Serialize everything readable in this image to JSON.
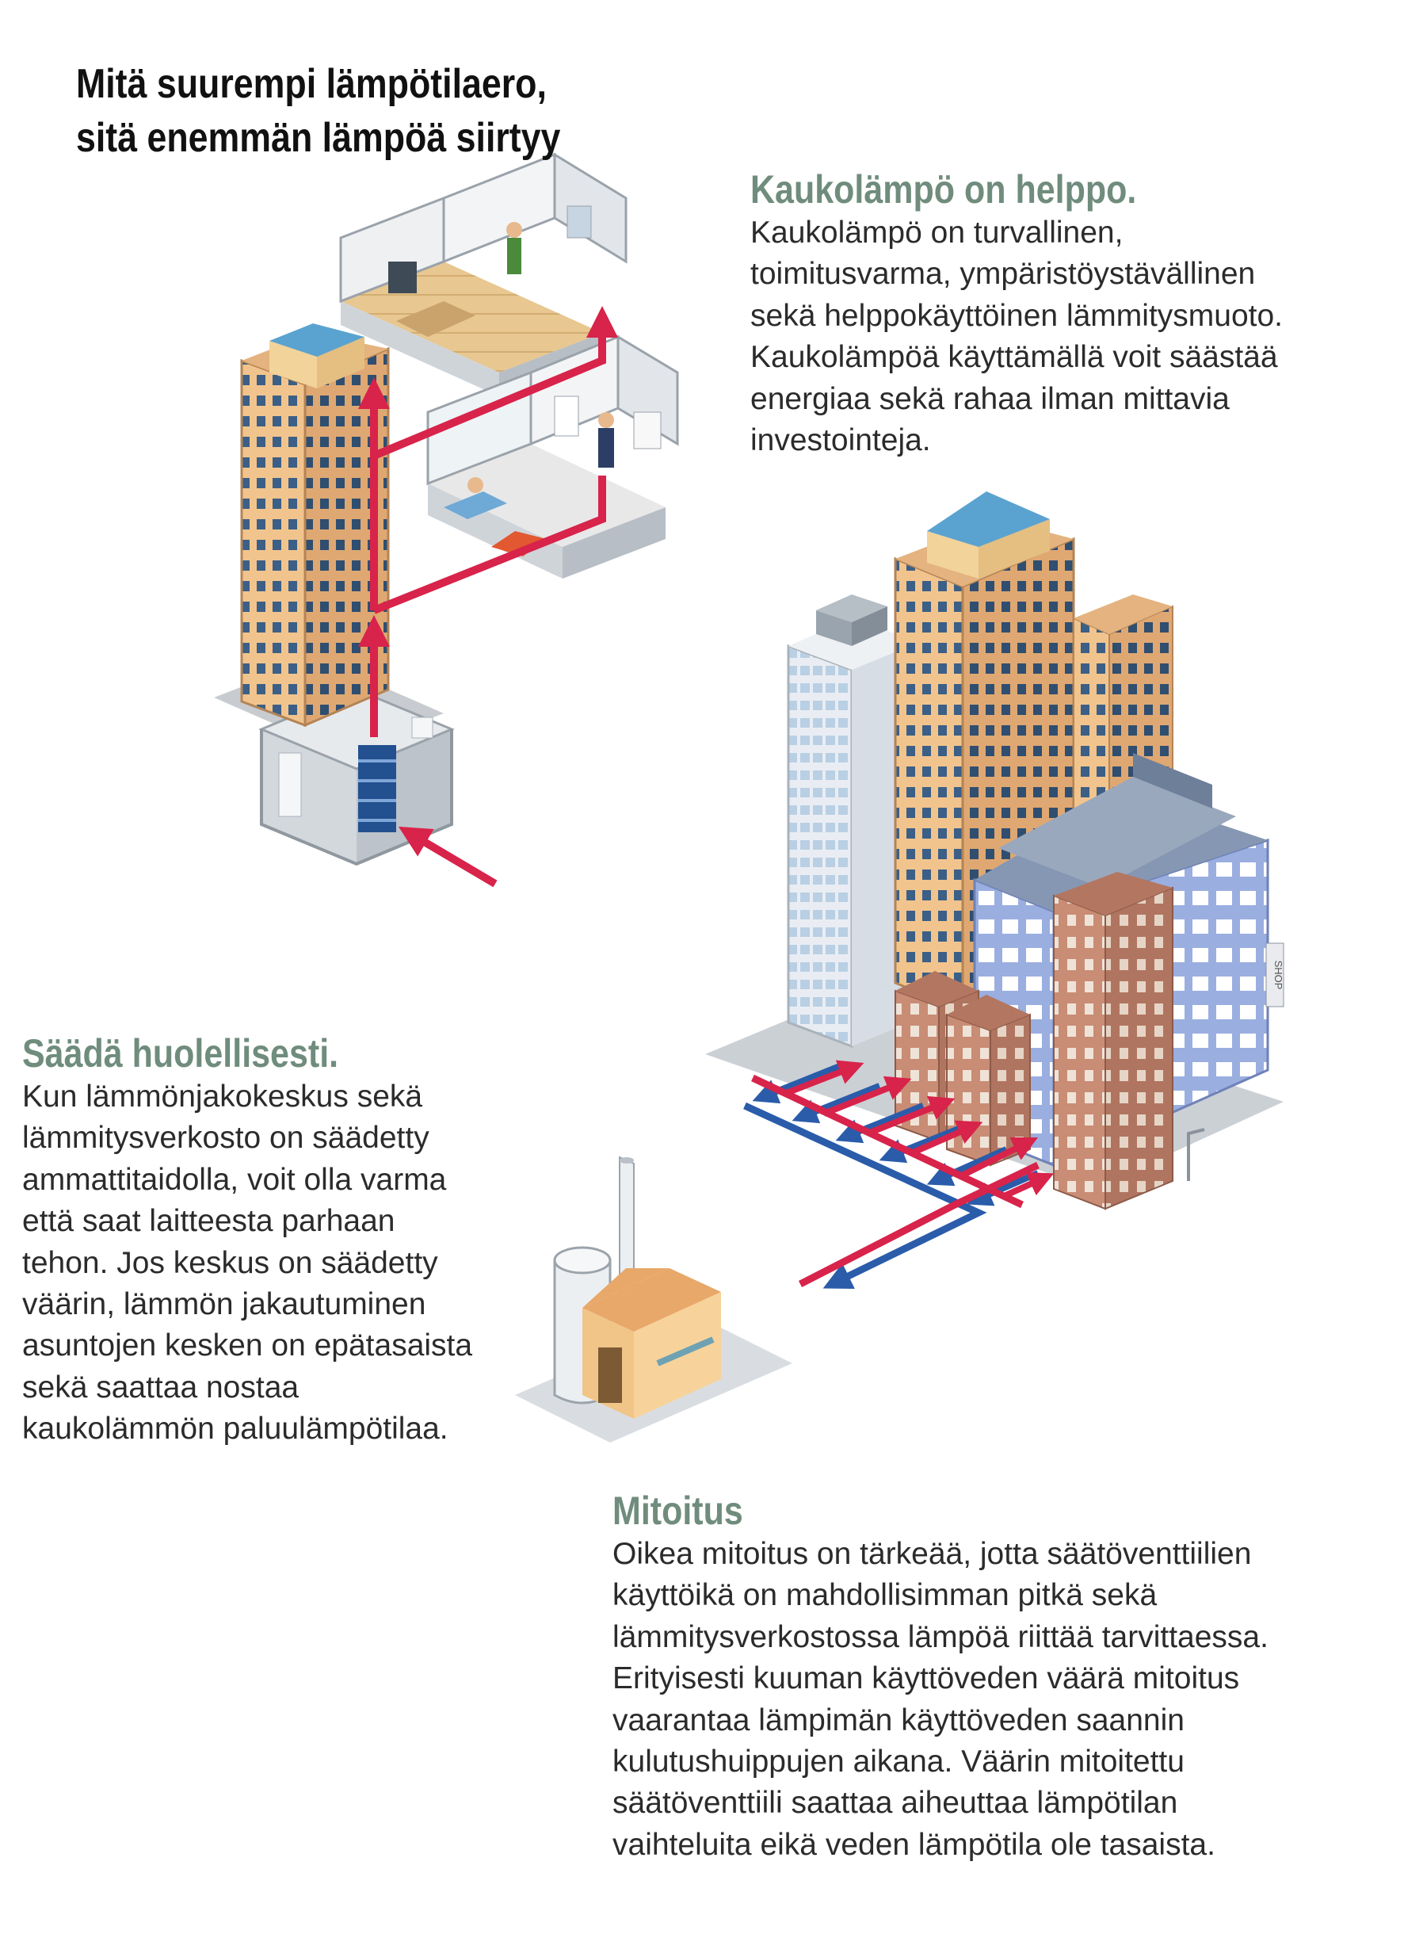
{
  "title": {
    "line1": "Mitä suurempi lämpötilaero,",
    "line2": "sitä enemmän lämpöä siirtyy"
  },
  "sections": [
    {
      "heading": "Kaukolämpö on helppo.",
      "lines": [
        "Kaukolämpö on turvallinen,",
        "toimitusvarma, ympäristöystävällinen",
        "sekä helppokäyttöinen lämmitysmuoto.",
        "Kaukolämpöä käyttämällä voit säästää",
        "energiaa sekä rahaa ilman mittavia",
        "investointeja."
      ]
    },
    {
      "heading": "Säädä huolellisesti.",
      "lines": [
        "Kun lämmönjakokeskus sekä",
        "lämmitysverkosto on säädetty",
        "ammattitaidolla, voit olla varma",
        "että saat laitteesta parhaan",
        "tehon. Jos keskus on säädetty",
        "väärin, lämmön jakautuminen",
        "asuntojen kesken on epätasaista",
        "sekä saattaa nostaa",
        "kaukolämmön paluulämpötilaa."
      ]
    },
    {
      "heading": "Mitoitus",
      "lines": [
        "Oikea mitoitus on tärkeää, jotta säätöventtiilien",
        "käyttöikä on mahdollisimman pitkä sekä",
        "lämmitysverkostossa lämpöä riittää tarvittaessa.",
        "Erityisesti kuuman käyttöveden väärä mitoitus",
        "vaarantaa lämpimän käyttöveden saannin",
        "kulutushuippujen aikana. Väärin mitoitettu",
        "säätöventtiili saattaa aiheuttaa lämpötilan",
        "vaihteluita eikä veden lämpötila ole tasaista."
      ]
    }
  ],
  "illustration": {
    "shop_sign": "SHOP"
  },
  "colors": {
    "heading": "#6f8c7c",
    "supply_pipe": "#d8234a",
    "return_pipe": "#2a5caa",
    "building_orange": "#f2c48d",
    "building_blue": "#9aaee0",
    "building_brick": "#c98c74"
  }
}
